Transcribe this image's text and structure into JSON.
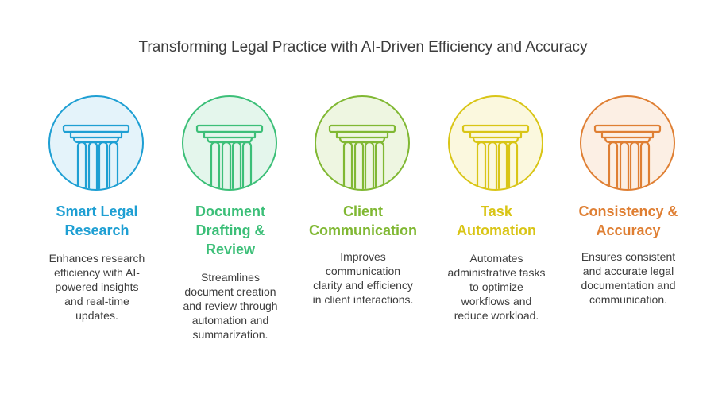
{
  "title": "Transforming Legal Practice with AI-Driven Efficiency and Accuracy",
  "pillars": [
    {
      "heading_lines": [
        "Smart Legal",
        "Research"
      ],
      "description_lines": [
        "Enhances research",
        "efficiency with AI-",
        "powered insights",
        "and real-time",
        "updates."
      ],
      "color": "#1e9fd3",
      "fill": "#e4f3fa",
      "icon": "pillar-icon"
    },
    {
      "heading_lines": [
        "Document",
        "Drafting &",
        "Review"
      ],
      "description_lines": [
        "Streamlines",
        "document creation",
        "and review through",
        "automation and",
        "summarization."
      ],
      "color": "#3cbf78",
      "fill": "#e4f6ec",
      "icon": "pillar-icon"
    },
    {
      "heading_lines": [
        "Client",
        "Communication"
      ],
      "description_lines": [
        "Improves",
        "communication",
        "clarity and efficiency",
        "in client interactions."
      ],
      "color": "#80b833",
      "fill": "#eef6e1",
      "icon": "pillar-icon"
    },
    {
      "heading_lines": [
        "Task",
        "Automation"
      ],
      "description_lines": [
        "Automates",
        "administrative tasks",
        "to optimize",
        "workflows and",
        "reduce workload."
      ],
      "color": "#d9c516",
      "fill": "#fbf8de",
      "icon": "pillar-icon"
    },
    {
      "heading_lines": [
        "Consistency &",
        "Accuracy"
      ],
      "description_lines": [
        "Ensures consistent",
        "and accurate legal",
        "documentation and",
        "communication."
      ],
      "color": "#df7f33",
      "fill": "#fcefe4",
      "icon": "pillar-icon"
    }
  ]
}
